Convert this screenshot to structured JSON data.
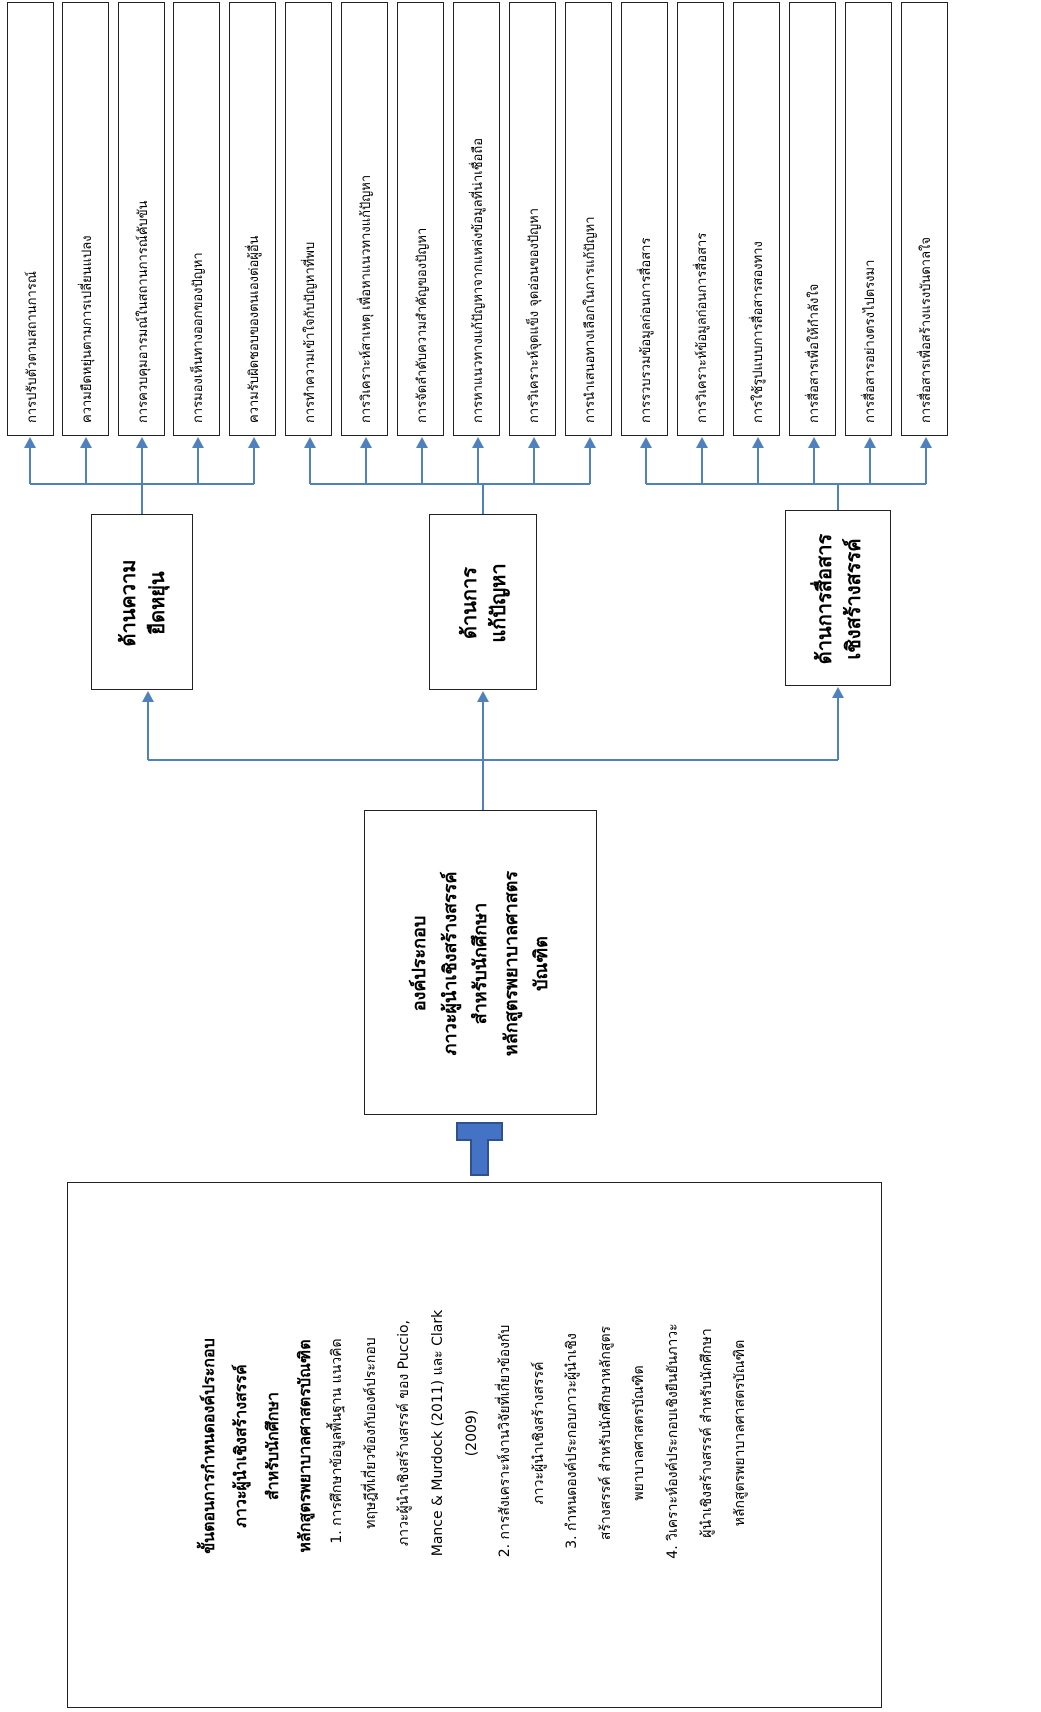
{
  "steps": {
    "title_lines": [
      "ขั้นตอนการกำหนดองค์ประกอบ",
      "ภาวะผู้นำเชิงสร้างสรรค์",
      "สำหรับนักศึกษา",
      "หลักสูตรพยาบาลศาสตรบัณฑิต"
    ],
    "item1": [
      "1. การศึกษาข้อมูลพื้นฐาน แนวคิด",
      "ทฤษฎีที่เกี่ยวข้องกับองค์ประกอบ",
      "ภาวะผู้นำเชิงสร้างสรรค์ ของ Puccio,",
      "Mance & Murdock (2011) และ Clark",
      "(2009)"
    ],
    "item2": [
      "2. การสังเคราะห์งานวิจัยที่เกี่ยวข้องกับ",
      "ภาวะผู้นำเชิงสร้างสรรค์"
    ],
    "item3": [
      "3. กำหนดองค์ประกอบภาวะผู้นำเชิง",
      "สร้างสรรค์ สำหรับนักศึกษาหลักสูตร",
      "พยาบาลศาสตรบัณฑิต"
    ],
    "item4": [
      "4. วิเคราะห์องค์ประกอบเชิงยืนยันภาวะ",
      "ผู้นำเชิงสร้างสรรค์ สำหรับนักศึกษา",
      "หลักสูตรพยาบาลศาสตรบัณฑิต"
    ]
  },
  "core": {
    "lines": [
      "องค์ประกอบ",
      "ภาวะผู้นำเชิงสร้างสรรค์",
      "สำหรับนักศึกษา",
      "หลักสูตรพยาบาลศาสตร",
      "บัณฑิต"
    ]
  },
  "categories": [
    {
      "lines": [
        "ด้านความ",
        "ยืดหยุ่น"
      ],
      "items": [
        "การปรับตัวตามสถานการณ์",
        "ความยืดหยุ่นตามการเปลี่ยนแปลง",
        "การควบคุมอารมณ์ในสถานการณ์คับขัน",
        "การมองเห็นทางออกของปัญหา",
        "ความรับผิดชอบของตนเองต่อผู้อื่น"
      ]
    },
    {
      "lines": [
        "ด้านการ",
        "แก้ปัญหา"
      ],
      "items": [
        "การทำความเข้าใจกับปัญหาที่พบ",
        "การวิเคราะห์สาเหตุ เพื่อหาแนวทางแก้ปัญหา",
        "การจัดลำดับความสำคัญของปัญหา",
        "การหาแนวทางแก้ปัญหาจากแหล่งข้อมูลที่น่าเชื่อถือ",
        "การวิเคราะห์จุดแข็ง จุดอ่อนของปัญหา",
        "การนำเสนอทางเลือกในการแก้ปัญหา"
      ]
    },
    {
      "lines": [
        "ด้านการสื่อสาร",
        "เชิงสร้างสรรค์"
      ],
      "items": [
        "การรวบรวมข้อมูลก่อนการสื่อสาร",
        "การวิเคราะห์ข้อมูลก่อนการสื่อสาร",
        "การใช้รูปแบบการสื่อสารสองทาง",
        "การสื่อสารเพื่อให้กำลังใจ",
        "การสื่อสารอย่างตรงไปตรงมา",
        "การสื่อสารเพื่อสร้างแรงบันดาลใจ"
      ]
    }
  ],
  "colors": {
    "connector": "#4f81bd",
    "big_arrow_fill": "#4472c4",
    "big_arrow_stroke": "#2f528f"
  }
}
